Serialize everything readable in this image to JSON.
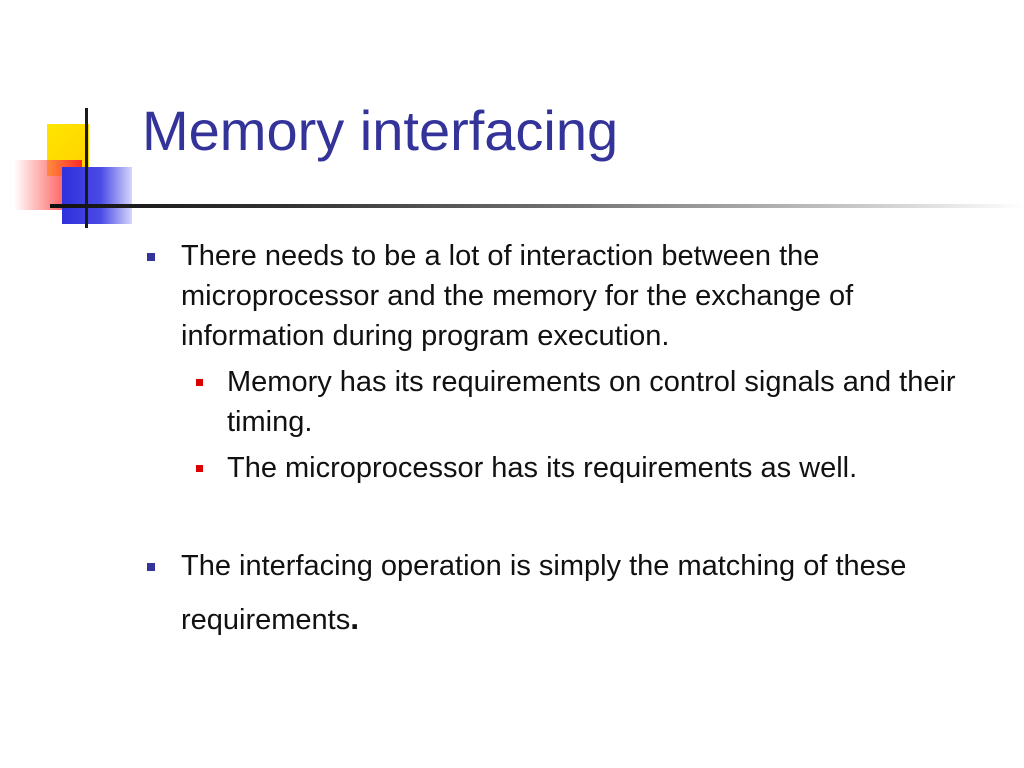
{
  "slide": {
    "title": "Memory interfacing",
    "bullets": [
      {
        "text": "There needs to be a lot of interaction between the microprocessor and the memory for the exchange of information during program execution.",
        "sub": [
          "Memory has its requirements on control signals and their timing.",
          "The microprocessor has its requirements as well."
        ]
      },
      {
        "text": "The interfacing operation is simply the matching of these requirements",
        "end_punct": "."
      }
    ]
  },
  "colors": {
    "title": "#333399",
    "bullet_level1": "#333399",
    "bullet_level2": "#dd0000",
    "accent_yellow": "#ffe600",
    "accent_red": "#ff2a2a",
    "accent_blue": "#3030dd"
  }
}
